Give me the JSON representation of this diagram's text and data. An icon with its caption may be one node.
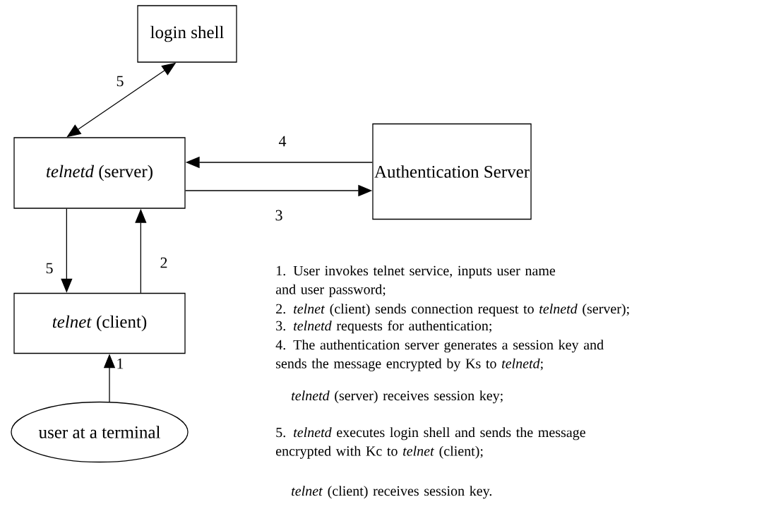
{
  "diagram": {
    "nodes": [
      {
        "text": [
          "login shell"
        ]
      },
      {
        "text": [
          "*telnetd* (server)"
        ]
      },
      {
        "text": [
          "Authentication Server"
        ]
      },
      {
        "text": [
          "*telnet* (client)"
        ]
      },
      {
        "text": [
          "user at a terminal"
        ]
      }
    ],
    "edges": [
      {
        "from": 1,
        "to": 0,
        "arrow": "both",
        "label": "5"
      },
      {
        "from": 2,
        "to": 1,
        "arrow": "to",
        "label": "4"
      },
      {
        "from": 1,
        "to": 2,
        "arrow": "to",
        "label": "3"
      },
      {
        "from": 1,
        "to": 3,
        "arrow": "to",
        "label": "5"
      },
      {
        "from": 3,
        "to": 1,
        "arrow": "to",
        "label": "2"
      },
      {
        "from": 4,
        "to": 3,
        "arrow": "to",
        "label": "1"
      }
    ],
    "labels": [
      "1. User invokes telnet service, inputs user name and user password;",
      "2. *telnet* (client) sends connection request to *telnetd* (server);",
      "3. *telnetd* requests for authentication;",
      "4. The authentication server generates a session key and sends the message encrypted by Ks to *telnetd*;",
      "*telnetd* (server) receives session key;",
      "5. *telnetd* executes login shell and sends the message encrypted with Kc to *telnet* (client);",
      "*telnet* (client) receives session key."
    ]
  }
}
